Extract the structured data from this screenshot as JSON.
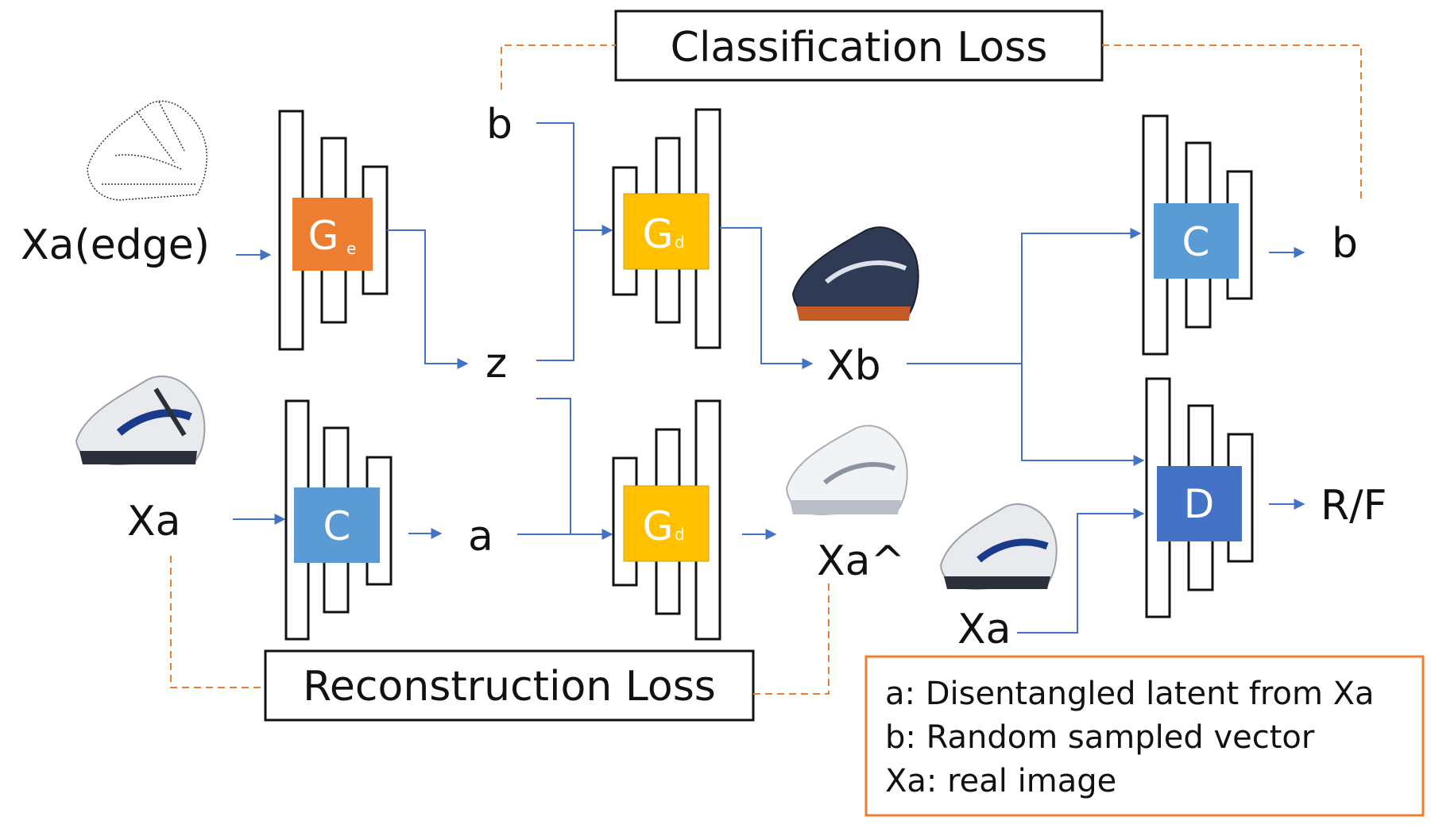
{
  "colors": {
    "arrow": "#4472c4",
    "loss_line": "#ed7d31",
    "encoder_block": "#ed7d31",
    "decoder_block": "#ffc000",
    "classifier_block": "#5b9bd5",
    "discriminator_block": "#4472c4",
    "legend_border": "#ed7d31"
  },
  "losses": {
    "classification": "Classification Loss",
    "reconstruction": "Reconstruction Loss"
  },
  "blocks": {
    "encoder": {
      "label": "G",
      "sub": "e"
    },
    "decoder_top": {
      "label": "G",
      "sub": "d"
    },
    "decoder_bottom": {
      "label": "G",
      "sub": "d"
    },
    "classifier_bottom": {
      "label": "C"
    },
    "classifier_right": {
      "label": "C"
    },
    "discriminator": {
      "label": "D"
    }
  },
  "nodes": {
    "xa_edge": "Xa(edge)",
    "xa_left": "Xa",
    "b_in": "b",
    "z": "z",
    "a": "a",
    "xb": "Xb",
    "xa_hat": "Xa^",
    "xa_right": "Xa",
    "b_out": "b",
    "rf": "R/F"
  },
  "legend": [
    "a: Disentangled latent from Xa",
    "b: Random sampled vector",
    "Xa: real image"
  ]
}
